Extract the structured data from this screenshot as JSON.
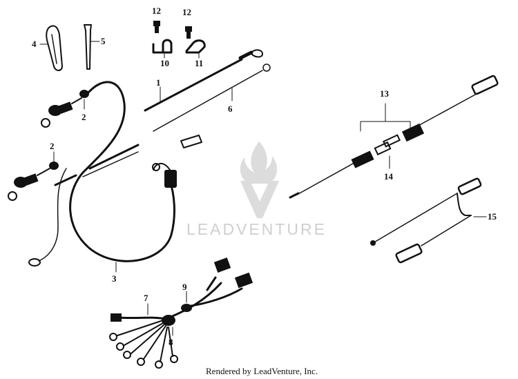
{
  "callouts": {
    "c1": "1",
    "c2a": "2",
    "c2b": "2",
    "c3": "3",
    "c4": "4",
    "c5": "5",
    "c6": "6",
    "c7": "7",
    "c8": "8",
    "c9": "9",
    "c10": "10",
    "c11": "11",
    "c12a": "12",
    "c12b": "12",
    "c13": "13",
    "c14": "14",
    "c15": "15"
  },
  "watermark": {
    "text": "LEADVENTURE"
  },
  "footer": {
    "credit": "Rendered by LeadVenture, Inc."
  },
  "colors": {
    "ink": "#111111",
    "watermark": "#cfcfcf"
  }
}
